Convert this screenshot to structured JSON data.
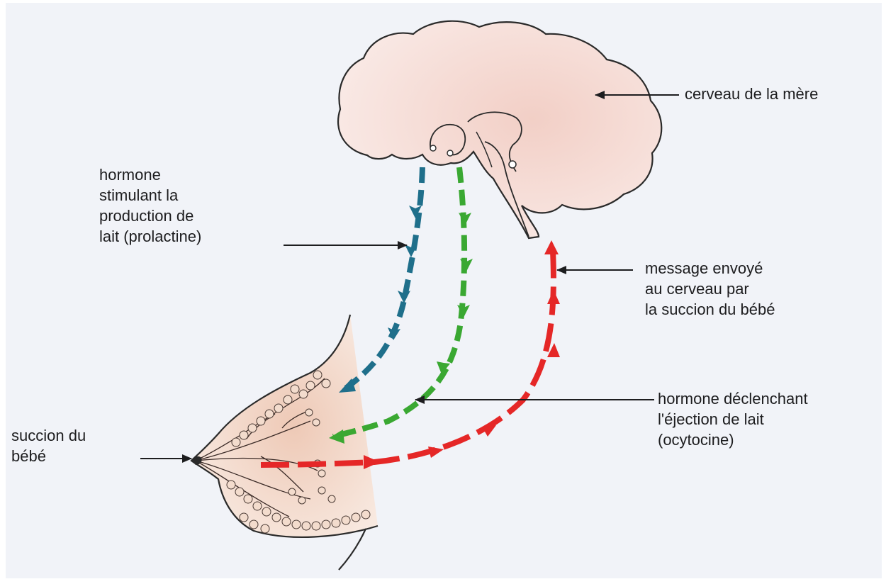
{
  "labels": {
    "cerveau": [
      "cerveau de la mère"
    ],
    "prolactine": [
      "hormone",
      "stimulant la",
      "production de",
      "lait (prolactine)"
    ],
    "message": [
      "message envoyé",
      "au cerveau par",
      "la succion du bébé"
    ],
    "ocytocine": [
      "hormone déclenchant",
      "l'éjection de lait",
      "(ocytocine)"
    ],
    "succion": [
      "succion du",
      "bébé"
    ]
  },
  "colors": {
    "prolactine_arrow": "#1f6f8b",
    "ocytocine_arrow": "#3aa832",
    "message_arrow": "#e52727",
    "brain_fill": "#f7e1dc",
    "breast_fill": "#f3dcd0",
    "outline": "#2a2a2a"
  },
  "icons": {
    "brain": "brain-illustration",
    "breast": "breast-illustration"
  }
}
